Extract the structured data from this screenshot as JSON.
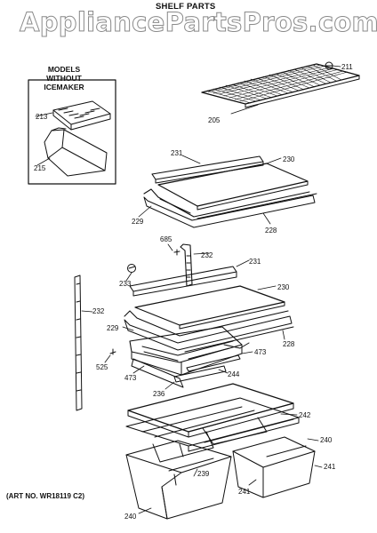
{
  "watermark": "AppliancePartsPros.com",
  "title": "SHELF PARTS",
  "models_heading": "MODELS WITHOUT ICEMAKER",
  "art_number": "(ART NO. WR18119 C2)",
  "callouts": [
    "211",
    "205",
    "213",
    "215",
    "231",
    "230",
    "229",
    "228",
    "685",
    "232",
    "231",
    "233",
    "230",
    "232",
    "229",
    "228",
    "473",
    "525",
    "473",
    "244",
    "236",
    "242",
    "240",
    "241",
    "239",
    "241",
    "240"
  ]
}
